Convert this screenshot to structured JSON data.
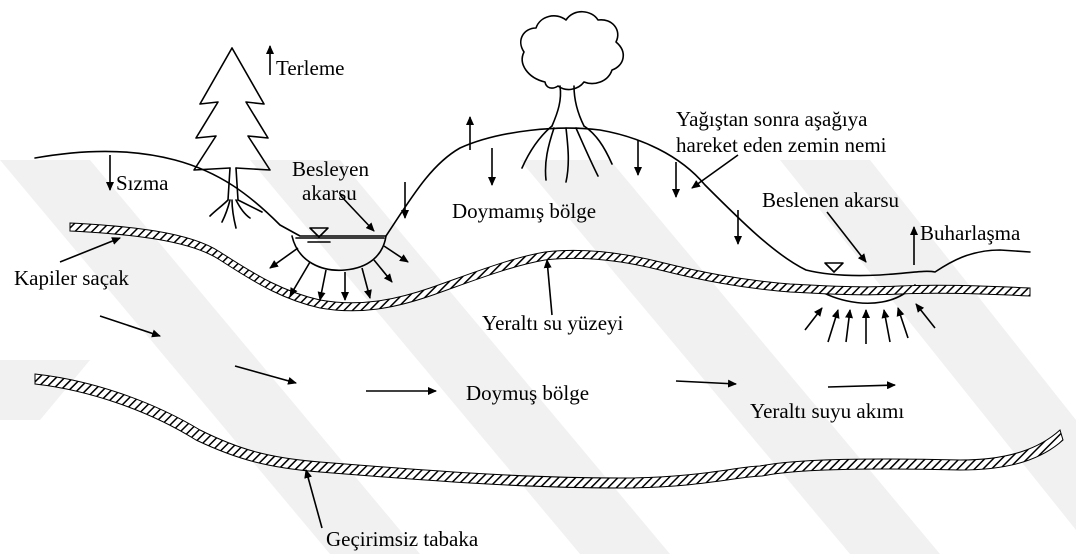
{
  "diagram": {
    "labels": {
      "terleme": "Terleme",
      "sizma": "Sızma",
      "besleyen_akarsu_line1": "Besleyen",
      "besleyen_akarsu_line2": "akarsu",
      "yagistan_line1": "Yağıştan sonra aşağıya",
      "yagistan_line2": "hareket eden zemin nemi",
      "doymamis_bolge": "Doymamış bölge",
      "beslenen_akarsu": "Beslenen akarsu",
      "buharlasma": "Buharlaşma",
      "kapiler_sacak": "Kapiler saçak",
      "yeralti_su_yuzeyi": "Yeraltı su yüzeyi",
      "doymus_bolge": "Doymuş bölge",
      "yeralti_suyu_akimi": "Yeraltı suyu akımı",
      "gecirimsiz_tabaka": "Geçirimsiz tabaka"
    },
    "colors": {
      "ink": "#000000",
      "paper": "#ffffff",
      "watermark": "#d7d7d7"
    }
  }
}
